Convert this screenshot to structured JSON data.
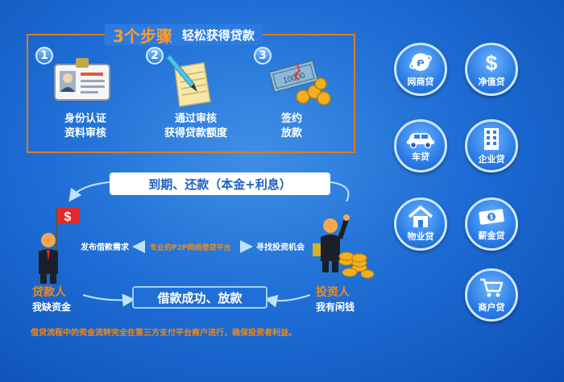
{
  "header": {
    "title_main": "3个步骤",
    "title_sub": "轻松获得贷款"
  },
  "steps": [
    {
      "number": "1",
      "icon": "id-card-icon",
      "line1": "身份认证",
      "line2": "资料审核"
    },
    {
      "number": "2",
      "icon": "document-pen-icon",
      "line1": "通过审核",
      "line2": "获得贷款额度"
    },
    {
      "number": "3",
      "icon": "money-coins-icon",
      "line1": "签约",
      "line2": "放款"
    }
  ],
  "loan_types": [
    {
      "label": "网商贷",
      "icon": "e-browser-icon"
    },
    {
      "label": "净值贷",
      "icon": "dollar-icon"
    },
    {
      "label": "车贷",
      "icon": "car-icon"
    },
    {
      "label": "企业贷",
      "icon": "building-icon"
    },
    {
      "label": "物业贷",
      "icon": "house-icon"
    },
    {
      "label": "薪金贷",
      "icon": "cash-icon"
    },
    {
      "label": "商户贷",
      "icon": "shopping-cart-icon"
    }
  ],
  "flow": {
    "repay": "到期、还款（本金+利息）",
    "success": "借款成功、放款",
    "platform": "专业的P2P网络借贷平台",
    "publish_need": "发布借款需求",
    "find_invest": "寻找投资机会",
    "borrower_title": "贷款人",
    "borrower_sub": "我缺资金",
    "investor_title": "投资人",
    "investor_sub": "我有闲钱"
  },
  "footer_note": "借贷流程中的资金流转完全在第三方支付平台商户进行，确保投资者利益。",
  "colors": {
    "accent": "#f08a1a",
    "frame": "#e07a1e",
    "background": "#1f6fd6"
  }
}
